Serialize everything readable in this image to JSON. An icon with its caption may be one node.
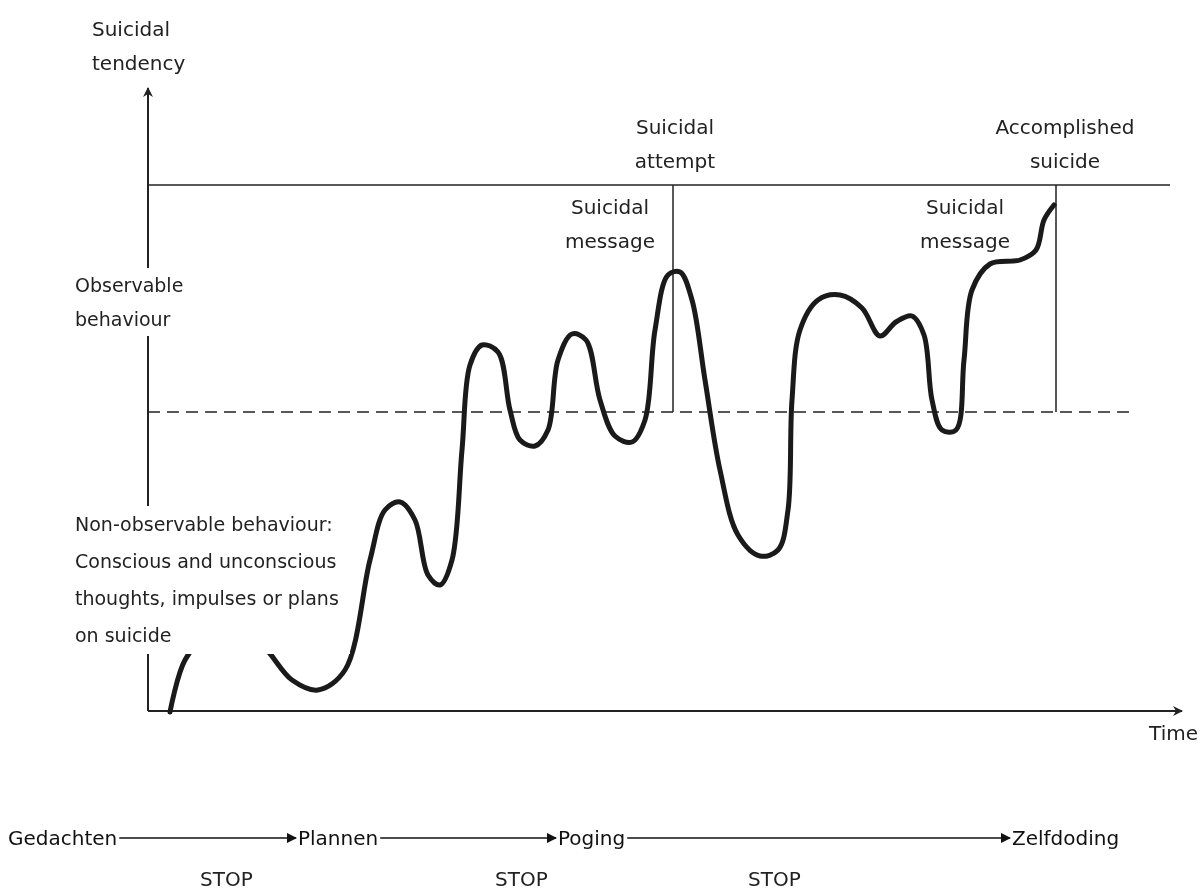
{
  "diagram": {
    "nodes": [
      {
        "text": [
          "Gedachten"
        ]
      },
      {
        "text": [
          "Plannen"
        ]
      },
      {
        "text": [
          "Poging"
        ]
      },
      {
        "text": [
          "Zelfdoding"
        ]
      }
    ],
    "edges": [
      {
        "from": 0,
        "to": 1,
        "arrow": "to"
      },
      {
        "from": 1,
        "to": 2,
        "arrow": "to"
      },
      {
        "from": 2,
        "to": 3,
        "arrow": "to"
      }
    ],
    "labels": [
      "Suicidal tendency",
      "Suicidal attempt",
      "Accomplished suicide",
      "Suicidal message",
      "Suicidal message",
      "Observable behaviour",
      "Non-observable behaviour: Conscious and unconscious thoughts, impulses or plans on suicide",
      "Time",
      "STOP",
      "STOP",
      "STOP"
    ]
  }
}
